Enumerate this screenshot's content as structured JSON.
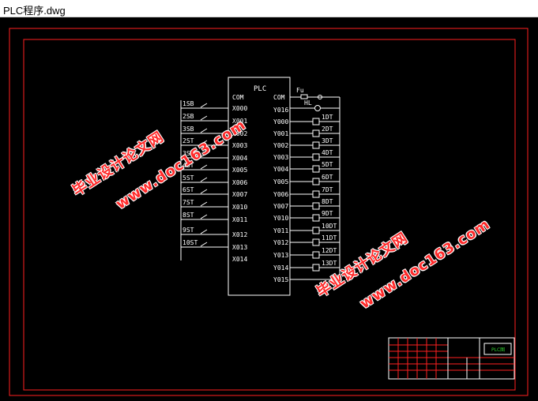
{
  "window": {
    "title": "PLC程序.dwg"
  },
  "plc": {
    "title": "PLC",
    "left_pins": [
      "COM",
      "X000",
      "X001",
      "X002",
      "X003",
      "X004",
      "X005",
      "X006",
      "X007",
      "X010",
      "X011",
      "X012",
      "X013",
      "X014"
    ],
    "right_pins": [
      "COM",
      "Y016",
      "Y000",
      "Y001",
      "Y002",
      "Y003",
      "Y004",
      "Y005",
      "Y006",
      "Y007",
      "Y010",
      "Y011",
      "Y012",
      "Y013",
      "Y014",
      "Y015"
    ]
  },
  "inputs": [
    "1SB",
    "2SB",
    "3SB",
    "2ST",
    "3ST",
    "4ST",
    "5ST",
    "6ST",
    "7ST",
    "8ST",
    "9ST",
    "10ST"
  ],
  "outputs": [
    "1DT",
    "2DT",
    "3DT",
    "4DT",
    "5DT",
    "6DT",
    "7DT",
    "8DT",
    "9DT",
    "10DT",
    "11DT",
    "12DT",
    "13DT"
  ],
  "labels": {
    "fuse": "Fu",
    "lamp": "HL"
  },
  "title_block": {
    "name": "PLC图"
  },
  "watermark": {
    "line1": "毕业设计论文网",
    "line2": "www.doc163.com"
  },
  "colors": {
    "frame": "#ff2020",
    "lines": "#ffffff",
    "background": "#000000"
  }
}
